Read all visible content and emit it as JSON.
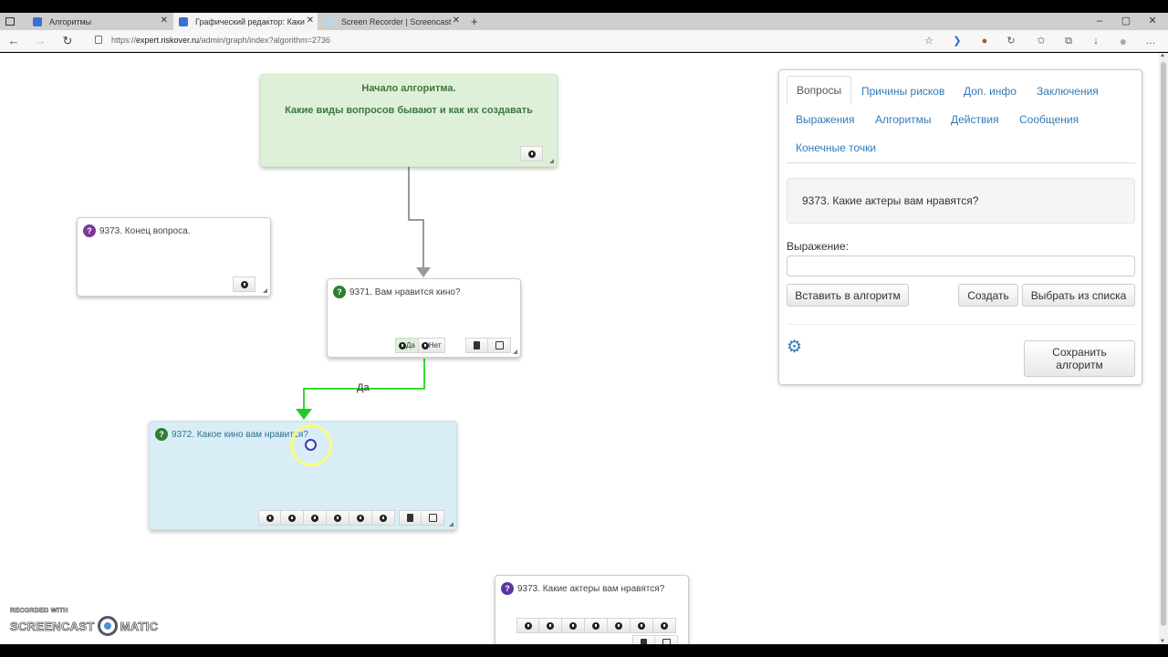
{
  "browser": {
    "tabs": [
      {
        "label": "Алгоритмы",
        "active": false
      },
      {
        "label": "Графический редактор: Какие в",
        "active": true
      },
      {
        "label": "Screen Recorder | Screencast-O",
        "active": false
      }
    ],
    "new_tab": "+",
    "url_prefix": "https://",
    "url_domain": "expert.riskover.ru",
    "url_path": "/admin/graph/index?algorithm=2736",
    "window_controls": {
      "minimize": "–",
      "maximize": "▢",
      "close": "✕"
    },
    "nav": {
      "back": "←",
      "forward": "→",
      "reload": "↻"
    },
    "extensions": [
      "☆",
      "❯",
      "●",
      "↻",
      "✩",
      "⧉",
      "↓",
      "●",
      "…"
    ]
  },
  "graph": {
    "start_node": {
      "title": "Начало алгоритма.",
      "subtitle": "Какие виды вопросов бывают и как их создавать"
    },
    "nodes": [
      {
        "id": "end-9373",
        "title": "9373. Конец вопроса.",
        "icon": "question-end-icon"
      },
      {
        "id": "q-9371",
        "title": "9371. Вам нравится кино?",
        "icon": "question-icon",
        "answers": [
          "Да",
          "Нет"
        ],
        "selected_answer": "Да"
      },
      {
        "id": "q-9372",
        "title": "9372. Какое кино вам нравится?",
        "icon": "question-icon",
        "answer_count": 6,
        "selected": true
      },
      {
        "id": "q-9373",
        "title": "9373. Какие актеры вам нравятся?",
        "icon": "question-icon-purple",
        "answer_count": 7
      }
    ],
    "edges": [
      {
        "from": "start",
        "to": "q-9371",
        "label": "",
        "color": "#999999"
      },
      {
        "from": "q-9371",
        "to": "q-9372",
        "label": "Да",
        "color": "#33dd33"
      }
    ]
  },
  "panel": {
    "tabs": [
      {
        "label": "Вопросы",
        "active": true
      },
      {
        "label": "Причины рисков"
      },
      {
        "label": "Доп. инфо"
      },
      {
        "label": "Заключения"
      },
      {
        "label": "Выражения"
      },
      {
        "label": "Алгоритмы"
      },
      {
        "label": "Действия"
      },
      {
        "label": "Сообщения"
      },
      {
        "label": "Конечные точки"
      }
    ],
    "selected_question": "9373. Какие актеры вам нравятся?",
    "expression_label": "Выражение:",
    "expression_value": "",
    "buttons": {
      "insert": "Вставить в алгоритм",
      "create": "Создать",
      "choose": "Выбрать из списка",
      "save": "Сохранить алгоритм"
    }
  },
  "watermark": {
    "line1": "RECORDED WITH",
    "left": "SCREENCAST",
    "right": "MATIC"
  },
  "colors": {
    "link": "#337ab7",
    "start_bg": "#dff0d8",
    "selected_bg": "#d9edf7",
    "edge_yes": "#33dd33"
  }
}
